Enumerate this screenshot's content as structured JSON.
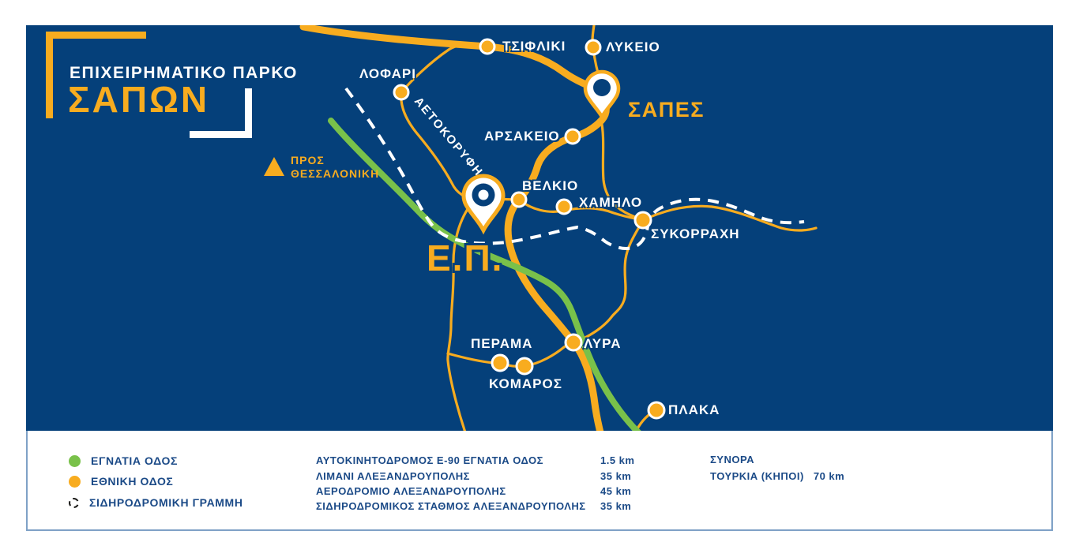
{
  "header": {
    "title_line1": "ΕΠΙΧΕΙΡΗΜΑΤΙΚΟ ΠΑΡΚΟ",
    "title_line2": "ΣΑΠΩΝ"
  },
  "direction": {
    "line1": "ΠΡΟΣ",
    "line2": "ΘΕΣΣΑΛΟΝΙΚΗ"
  },
  "map": {
    "ep_label": "Ε.Π.",
    "sapes_label": "ΣΑΠΕΣ",
    "aetokoryfi_label": "ΑΕΤΟΚΟΡΥΦΗ",
    "towns": [
      {
        "label": "ΤΣΙΦΛΙΚΙ"
      },
      {
        "label": "ΛΥΚΕΙΟ"
      },
      {
        "label": "ΛΟΦΑΡΙ"
      },
      {
        "label": "ΑΡΣΑΚΕΙΟ"
      },
      {
        "label": "ΒΕΛΚΙΟ"
      },
      {
        "label": "ΧΑΜΗΛΟ"
      },
      {
        "label": "ΣΥΚΟΡΡΑΧΗ"
      },
      {
        "label": "ΠΕΡΑΜΑ"
      },
      {
        "label": "ΚΟΜΑΡΟΣ"
      },
      {
        "label": "ΛΥΡΑ"
      },
      {
        "label": "ΠΛΑΚΑ"
      }
    ]
  },
  "legend": {
    "items": [
      {
        "label": "ΕΓΝΑΤΙΑ ΟΔΟΣ",
        "color": "#79C14A",
        "type": "solid"
      },
      {
        "label": "ΕΘΝΙΚΗ ΟΔΟΣ",
        "color": "#F8AC1F",
        "type": "solid"
      },
      {
        "label": "ΣΙΔΗΡΟΔΡΟΜΙΚΗ ΓΡΑΜΜΗ",
        "color": "#1d1d1b",
        "type": "dashed"
      }
    ],
    "distances": [
      {
        "label": "ΑΥΤΟΚΙΝΗΤΟΔΡΟΜΟΣ Ε-90 ΕΓΝΑΤΙΑ ΟΔΟΣ",
        "value": "1.5 km"
      },
      {
        "label": "ΛΙΜΑΝΙ ΑΛΕΞΑΝΔΡΟΥΠΟΛΗΣ",
        "value": "35 km"
      },
      {
        "label": "ΑΕΡΟΔΡΟΜΙΟ ΑΛΕΞΑΝΔΡΟΥΠΟΛΗΣ",
        "value": "45 km"
      },
      {
        "label": "ΣΙΔΗΡΟΔΡΟΜΙΚΟΣ ΣΤΑΘΜΟΣ ΑΛΕΞΑΝΔΡΟΥΠΟΛΗΣ",
        "value": "35 km"
      }
    ],
    "border": {
      "title": "ΣΥΝΟΡΑ",
      "label": "ΤΟΥΡΚΙΑ (ΚΗΠΟΙ)",
      "value": "70 km"
    }
  },
  "colors": {
    "map_background": "#05407A",
    "national_road": "#F8AC1F",
    "egnatia_road": "#79C14A",
    "railway": "#FFFFFF",
    "legend_text": "#1B4A87"
  }
}
